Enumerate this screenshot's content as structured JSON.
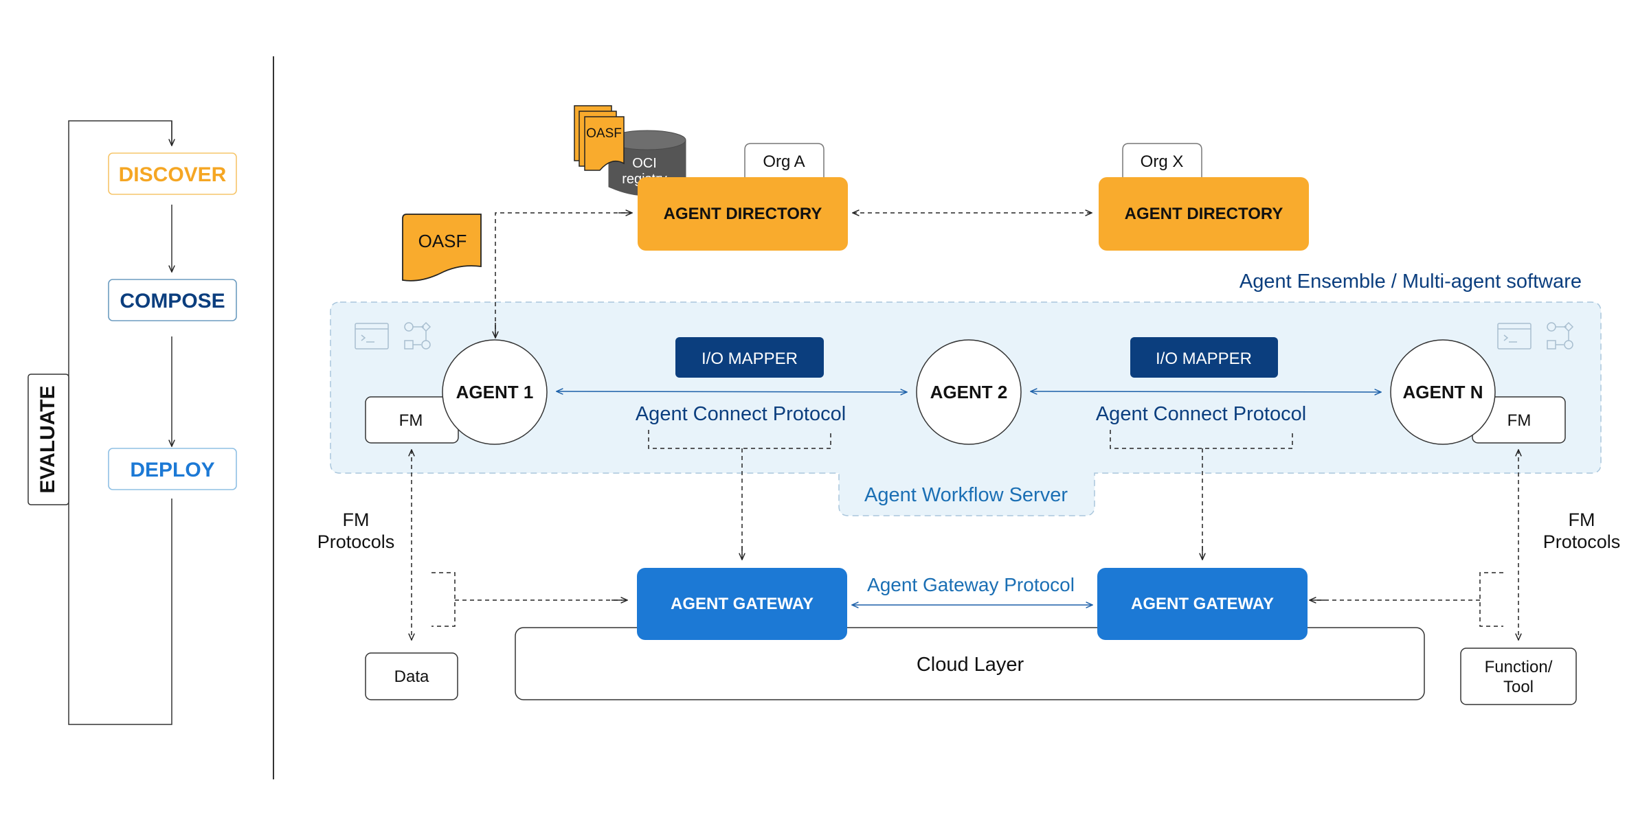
{
  "lifecycle": {
    "discover": "DISCOVER",
    "compose": "COMPOSE",
    "deploy": "DEPLOY",
    "evaluate": "EVALUATE"
  },
  "badges": {
    "oasf_stack": "OASF",
    "oasf_doc": "OASF",
    "oci_line1": "OCI",
    "oci_line2": "registry"
  },
  "directories": {
    "left": {
      "org": "Org A",
      "label": "AGENT DIRECTORY"
    },
    "right": {
      "org": "Org X",
      "label": "AGENT DIRECTORY"
    }
  },
  "ensemble": {
    "title": "Agent Ensemble / Multi-agent software",
    "workflow_server": "Agent Workflow Server",
    "agents": [
      "AGENT 1",
      "AGENT 2",
      "AGENT N"
    ],
    "fm": [
      "FM",
      "FM"
    ],
    "io_mapper": [
      "I/O MAPPER",
      "I/O MAPPER"
    ],
    "protocol": [
      "Agent Connect Protocol",
      "Agent Connect Protocol"
    ]
  },
  "fm_protocols": {
    "left": [
      "FM",
      "Protocols"
    ],
    "right": [
      "FM",
      "Protocols"
    ]
  },
  "gateway": {
    "left": "AGENT GATEWAY",
    "right": "AGENT GATEWAY",
    "protocol": "Agent Gateway Protocol"
  },
  "bottom": {
    "data": "Data",
    "cloud": "Cloud Layer",
    "function_tool": [
      "Function/",
      "Tool"
    ]
  },
  "colors": {
    "orange": "#F9AB2D",
    "navy": "#0B3E7E",
    "blue": "#1C79D5",
    "light_blue_bg": "#E8F3FA",
    "text_blue": "#1B6FB4"
  }
}
